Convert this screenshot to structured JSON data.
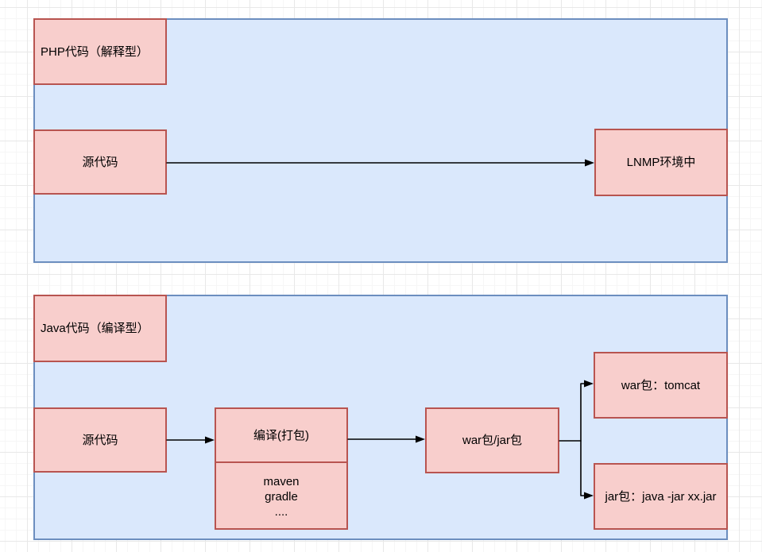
{
  "colors": {
    "node_fill": "#f8cecc",
    "node_border": "#b85450",
    "container_fill": "#dae8fc",
    "container_border": "#6c8ebf",
    "connector": "#000000"
  },
  "php_flow": {
    "container_label": "PHP代码（解释型）",
    "source_label": "源代码",
    "target_label": "LNMP环境中"
  },
  "java_flow": {
    "container_label": "Java代码（编译型）",
    "source_label": "源代码",
    "compile_label": "编译(打包)",
    "tools": [
      "maven",
      "gradle",
      "...."
    ],
    "package_label": "war包/jar包",
    "war_label": "war包：tomcat",
    "jar_label": "jar包：java -jar xx.jar"
  }
}
